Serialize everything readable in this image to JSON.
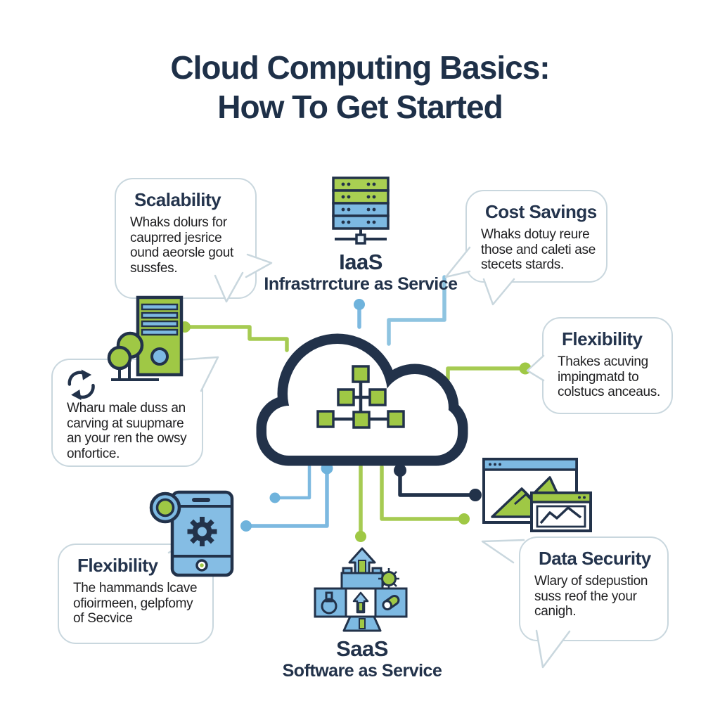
{
  "title": {
    "line1": "Cloud Computing Basics:",
    "line2": "How To Get Started"
  },
  "center": {
    "iaas_abbr": "IaaS",
    "iaas_full": "Infrastrrcture as Service",
    "saas_abbr": "SaaS",
    "saas_full": "Software as Service"
  },
  "bubbles": {
    "scalability": {
      "title": "Scalability",
      "body": "Whaks dolurs for cauprred jesrice ound aeorsle gout sussfes."
    },
    "cost_savings": {
      "title": "Cost Savings",
      "body": "Whaks dotuy reure those and caleti ase stecets stards."
    },
    "flexibility_right": {
      "title": "Flexibility",
      "body": "Thakes acuving impingmatd to colstucs anceaus."
    },
    "cloud_note": {
      "body": "Wharu male duss an carving at suupmare an your ren the owsy onfortice."
    },
    "flexibility_bottom": {
      "title": "Flexibility",
      "body": "The hammands lcave ofioirmeen, gelpfomy of Secvice"
    },
    "data_security": {
      "title": "Data Security",
      "body": "Wlary of sdepustion suss reof the your canigh."
    }
  },
  "icons": {
    "cloud": "cloud-network-icon",
    "server_rack": "server-rack-icon",
    "server_tower": "server-tower-icon",
    "phone": "phone-gear-icon",
    "browsers": "browser-charts-icon",
    "saas_machine": "saas-platform-icon",
    "sync": "sync-arrows-icon"
  },
  "colors": {
    "navy": "#22324a",
    "title_text": "#1e3048",
    "green": "#9fc845",
    "light_green": "#a9cf52",
    "blue_fill": "#7db9e2",
    "line_green": "#a6cb52",
    "line_blue": "#7db9e0",
    "bubble_border": "#c9d7de"
  }
}
